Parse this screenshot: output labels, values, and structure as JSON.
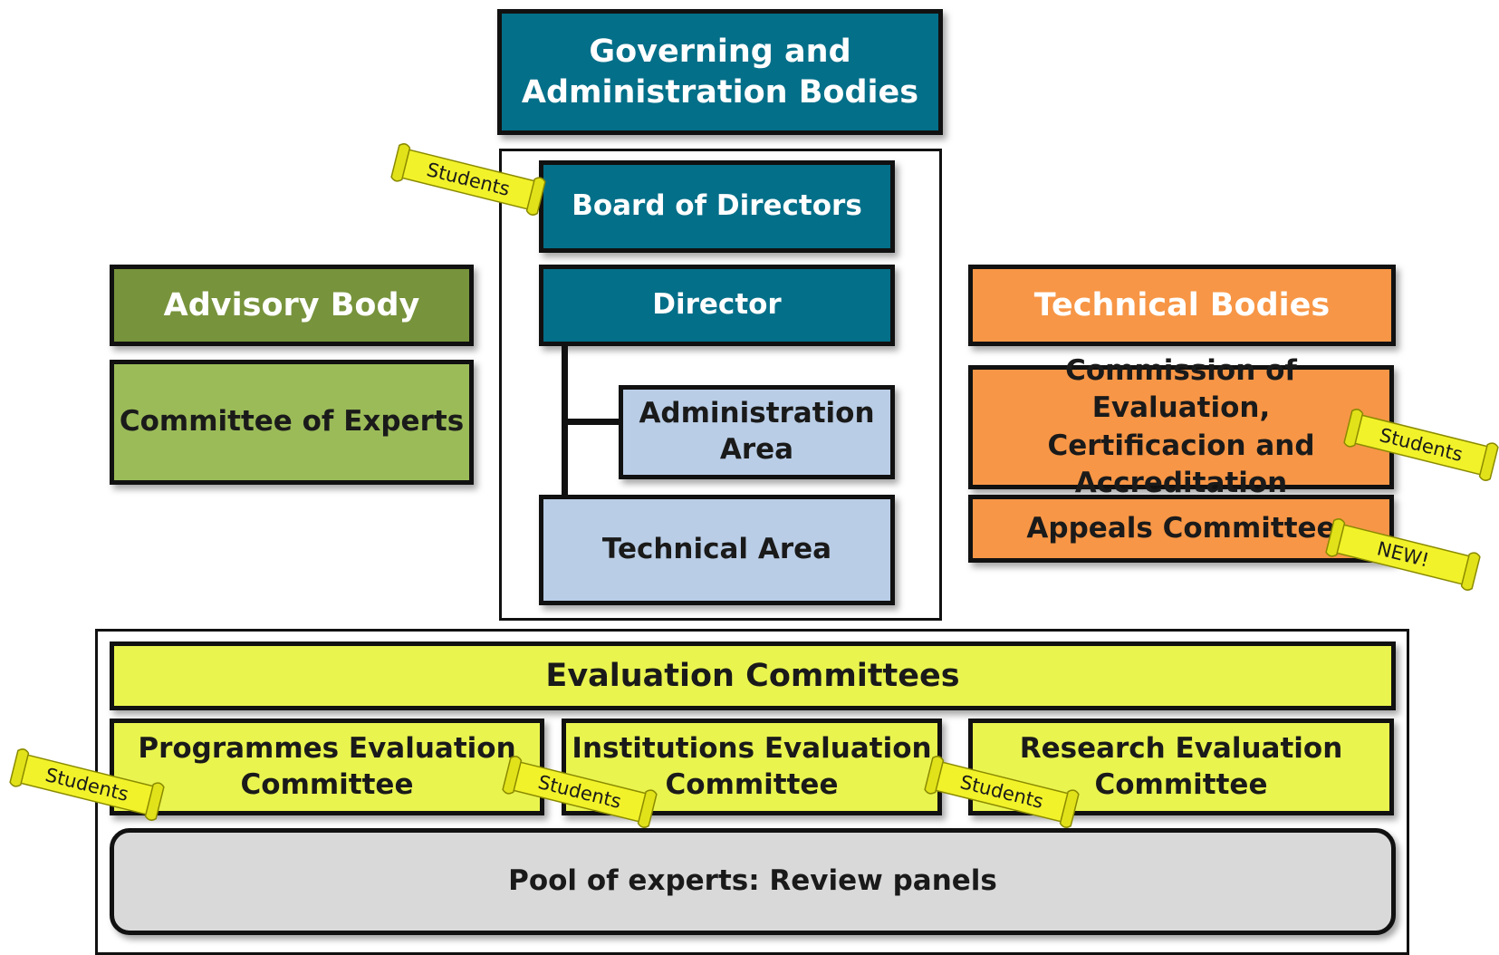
{
  "governing": {
    "line1": "Governing and",
    "line2": "Administration Bodies"
  },
  "board": {
    "label": "Board of Directors"
  },
  "director": {
    "label": "Director"
  },
  "admin_area": {
    "line1": "Administration",
    "line2": "Area"
  },
  "technical_area": {
    "label": "Technical Area"
  },
  "advisory": {
    "title": "Advisory Body",
    "committee": "Committee of Experts"
  },
  "technical_bodies": {
    "title": "Technical Bodies",
    "commission": {
      "line1": "Commission  of Evaluation,",
      "line2": "Certificacion and",
      "line3": "Accreditation"
    },
    "appeals": "Appeals Committee"
  },
  "evaluation": {
    "title": "Evaluation Committees",
    "programmes": {
      "line1": "Programmes  Evaluation",
      "line2": "Committee"
    },
    "institutions": {
      "line1": "Institutions Evaluation",
      "line2": "Committee"
    },
    "research": {
      "line1": "Research Evaluation",
      "line2": "Committee"
    }
  },
  "pool": {
    "label": "Pool of experts: Review panels"
  },
  "scrolls": {
    "board": "Students",
    "commission": "Students",
    "appeals": "NEW!",
    "programmes": "Students",
    "institutions": "Students",
    "research": "Students"
  },
  "colors": {
    "teal": "#046f89",
    "light_blue": "#b9cde6",
    "olive": "#77933c",
    "light_green": "#9bbb59",
    "orange": "#f79646",
    "yellow": "#e9f44f",
    "grey": "#d9d9d9",
    "scroll_yellow": "#f2f22a"
  }
}
